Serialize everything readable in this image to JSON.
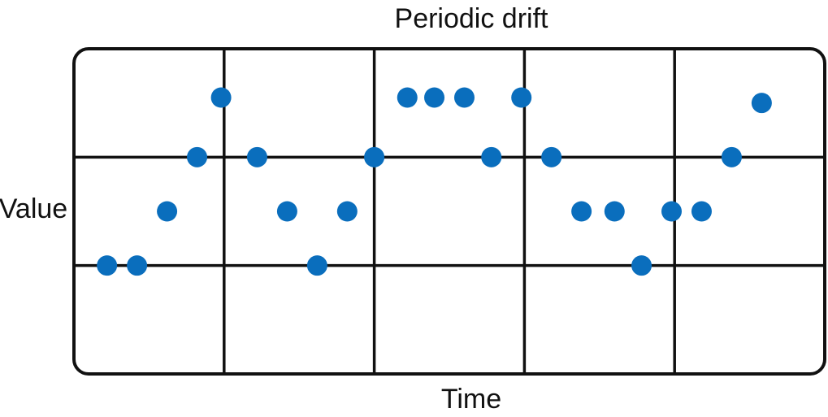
{
  "chart_data": {
    "type": "scatter",
    "title": "Periodic drift",
    "xlabel": "Time",
    "ylabel": "Value",
    "grid": true,
    "xlim": [
      0,
      25
    ],
    "ylim": [
      0,
      6
    ],
    "x_gridlines": [
      5,
      10,
      15,
      20
    ],
    "y_gridlines": [
      2,
      4
    ],
    "series": [
      {
        "color": "#0a6ebd",
        "points": [
          {
            "x": 1.1,
            "y": 2.0
          },
          {
            "x": 2.1,
            "y": 2.0
          },
          {
            "x": 3.1,
            "y": 3.0
          },
          {
            "x": 4.1,
            "y": 4.0
          },
          {
            "x": 4.9,
            "y": 5.1
          },
          {
            "x": 6.1,
            "y": 4.0
          },
          {
            "x": 7.1,
            "y": 3.0
          },
          {
            "x": 8.1,
            "y": 2.0
          },
          {
            "x": 9.1,
            "y": 3.0
          },
          {
            "x": 10.0,
            "y": 4.0
          },
          {
            "x": 11.1,
            "y": 5.1
          },
          {
            "x": 12.0,
            "y": 5.1
          },
          {
            "x": 13.0,
            "y": 5.1
          },
          {
            "x": 13.9,
            "y": 4.0
          },
          {
            "x": 14.9,
            "y": 5.1
          },
          {
            "x": 15.9,
            "y": 4.0
          },
          {
            "x": 16.9,
            "y": 3.0
          },
          {
            "x": 18.0,
            "y": 3.0
          },
          {
            "x": 18.9,
            "y": 2.0
          },
          {
            "x": 19.9,
            "y": 3.0
          },
          {
            "x": 20.9,
            "y": 3.0
          },
          {
            "x": 21.9,
            "y": 4.0
          },
          {
            "x": 22.9,
            "y": 5.0
          }
        ]
      }
    ]
  }
}
